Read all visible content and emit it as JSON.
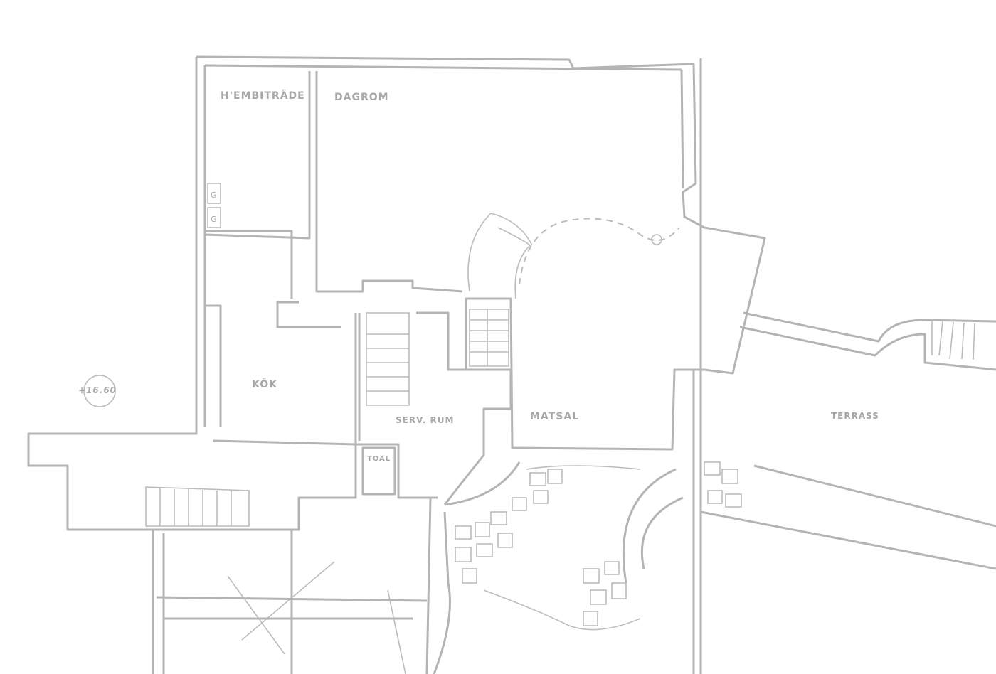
{
  "plan": {
    "rooms": {
      "hembitrade": "H'EMBITRÄDE",
      "dagrom": "DAGROM",
      "kok": "KÖK",
      "serv_rum": "SERV. RUM",
      "toal": "TOAL",
      "matsal": "MATSAL",
      "terrass": "TERRASS"
    },
    "appliances": [
      "G",
      "G"
    ],
    "level_marker": "+16.60",
    "line_color": "#b4b4b4"
  }
}
